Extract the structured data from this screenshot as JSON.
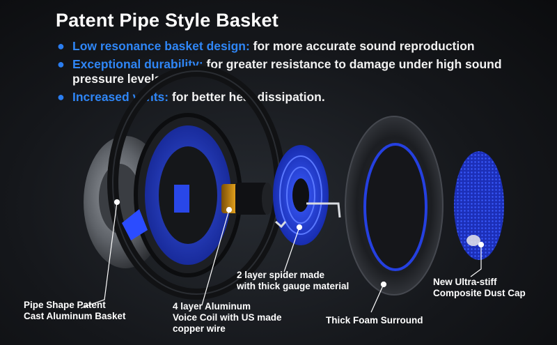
{
  "title": "Patent Pipe Style Basket",
  "bullets": [
    {
      "highlight": "Low resonance basket design:",
      "text": " for more accurate sound reproduction"
    },
    {
      "highlight": "Exceptional durability:",
      "text": " for greater resistance to damage under high sound pressure levels"
    },
    {
      "highlight": "Increased vents:",
      "text": " for better heat dissipation."
    }
  ],
  "labels": {
    "basket_line1": "Pipe Shape Patent",
    "basket_line2": "Cast Aluminum Basket",
    "coil_line1": "4 layer Aluminum",
    "coil_line2": "Voice Coil with US made",
    "coil_line3": "copper wire",
    "spider_line1": "2 layer spider made",
    "spider_line2": "with thick gauge material",
    "surround": "Thick Foam Surround",
    "cap_line1": "New Ultra-stiff",
    "cap_line2": "Composite Dust Cap"
  },
  "colors": {
    "accent_blue": "#2f86f6",
    "bullet_blue": "#2a7df0",
    "speaker_blue": "#1f3fd6"
  }
}
